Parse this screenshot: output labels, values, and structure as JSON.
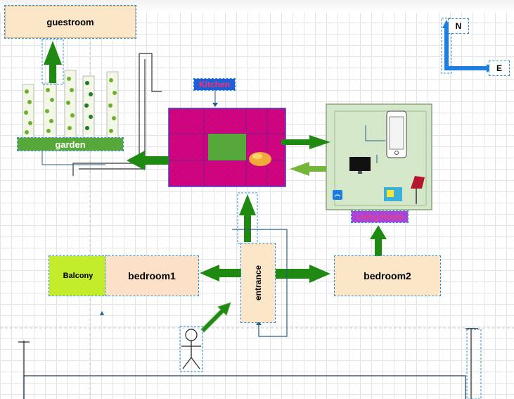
{
  "rooms": {
    "guestroom": "guestroom",
    "garden": "garden",
    "kitchen": "Kitchen",
    "living_room": "Living Room",
    "balcony": "Balcony",
    "bedroom1": "bedroom1",
    "bedroom2": "bedroom2",
    "entrance": "entrance"
  },
  "compass": {
    "north": "N",
    "east": "E"
  },
  "colors": {
    "arrow": "#1e8a12",
    "selection": "#2a8fd6",
    "kitchen_fill": "#d6007a",
    "living_fill": "#d4e8c9",
    "garden_bar": "#56a83a"
  },
  "icons": [
    "smartphone-icon",
    "monitor-icon",
    "wifi-icon",
    "router-icon",
    "lamp-icon",
    "person-icon",
    "food-icon",
    "vine-icon"
  ]
}
